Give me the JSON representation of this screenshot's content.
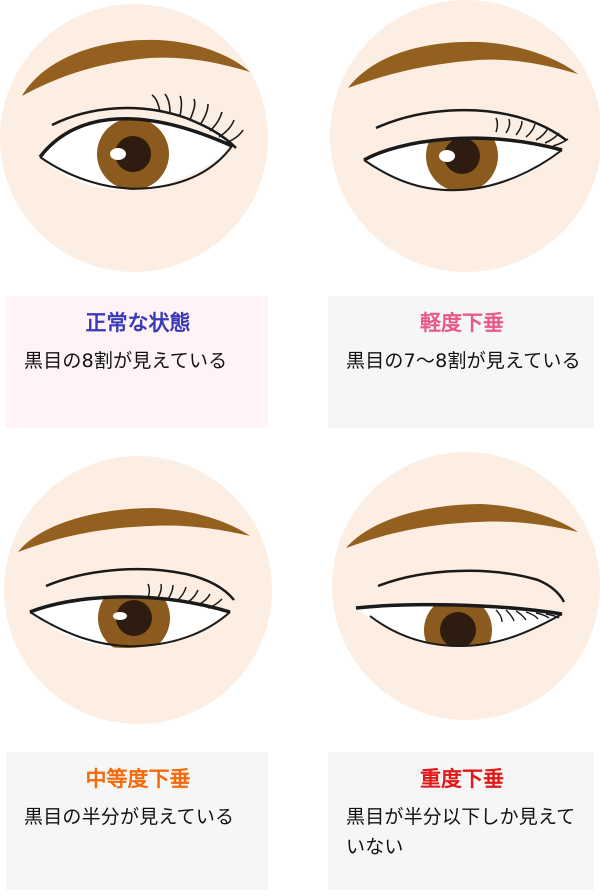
{
  "colors": {
    "face": "#fdeee3",
    "brow": "#94601f",
    "iris": "#8a5a1e",
    "pupil": "#2d1c0f",
    "line": "#1a1a1a"
  },
  "panels": [
    {
      "title": "正常な状態",
      "desc": "黒目の8割が見えている",
      "title_color": "#3b3bb8",
      "bg": "#fff3f6",
      "icons": [
        "eyebrow",
        "eye"
      ]
    },
    {
      "title": "軽度下垂",
      "desc": "黒目の7〜8割が見えている",
      "title_color": "#e85a8a",
      "bg": "#f6f6f6",
      "icons": [
        "eyebrow",
        "eye"
      ]
    },
    {
      "title": "中等度下垂",
      "desc": "黒目の半分が見えている",
      "title_color": "#f46a0a",
      "bg": "#f6f6f6",
      "icons": [
        "eyebrow",
        "eye"
      ]
    },
    {
      "title": "重度下垂",
      "desc": "黒目が半分以下しか見えていない",
      "title_color": "#e21818",
      "bg": "#f6f6f6",
      "icons": [
        "eyebrow",
        "eye"
      ]
    }
  ]
}
